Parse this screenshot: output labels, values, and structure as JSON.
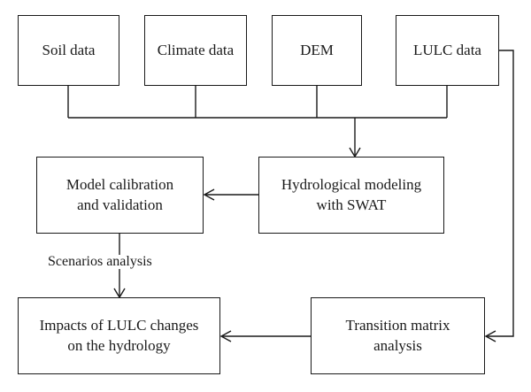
{
  "nodes": {
    "soil": "Soil data",
    "climate": "Climate data",
    "dem": "DEM",
    "lulc": "LULC data",
    "hydro": "Hydrological modeling\nwith SWAT",
    "calib": "Model calibration\nand validation",
    "transition": "Transition matrix\nanalysis",
    "impacts": "Impacts of LULC changes\non the hydrology"
  },
  "edges": {
    "scenarios_label": "Scenarios analysis"
  }
}
